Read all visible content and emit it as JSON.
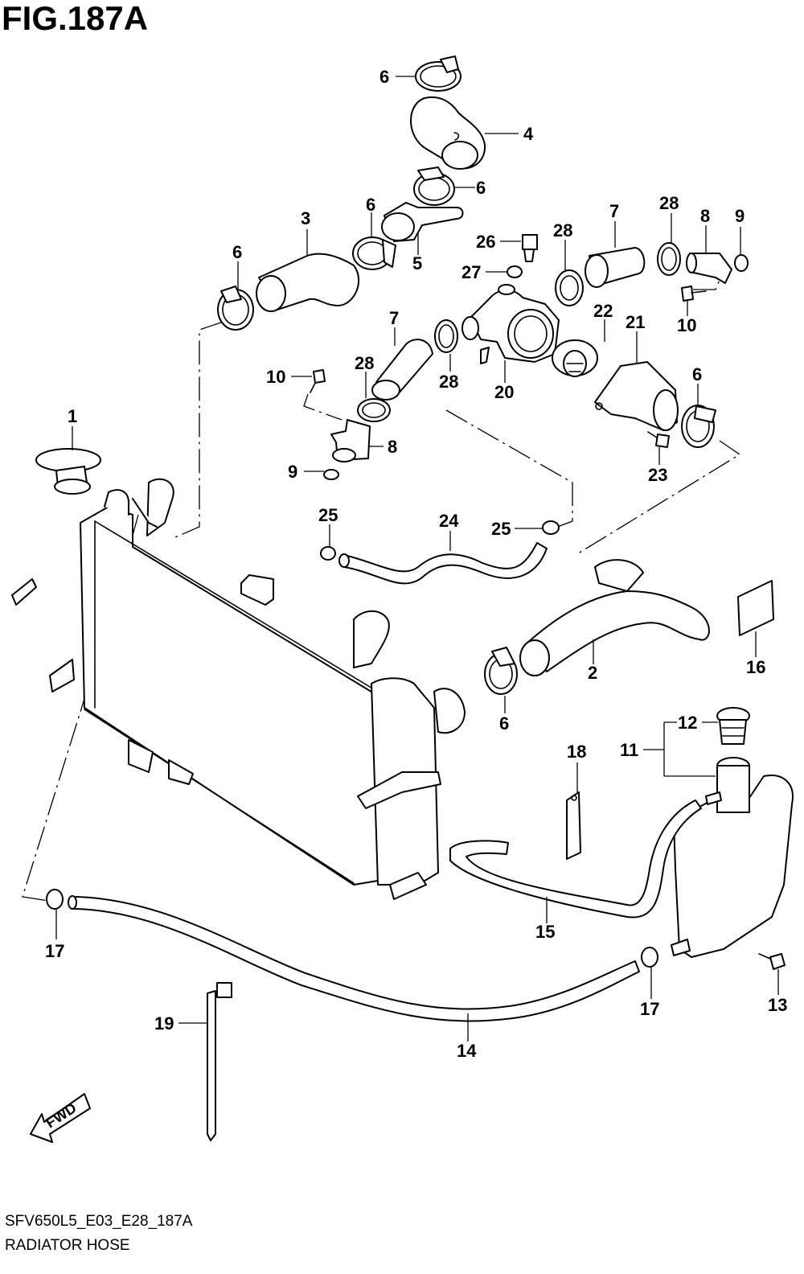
{
  "figure": {
    "title": "FIG.187A",
    "code": "SFV650L5_E03_E28_187A",
    "name": "RADIATOR HOSE"
  },
  "direction_marker": "FWD",
  "callouts": [
    {
      "id": "c6a",
      "label": "6"
    },
    {
      "id": "c4",
      "label": "4"
    },
    {
      "id": "c6b",
      "label": "6"
    },
    {
      "id": "c3",
      "label": "3"
    },
    {
      "id": "c6c",
      "label": "6"
    },
    {
      "id": "c5",
      "label": "5"
    },
    {
      "id": "c7a",
      "label": "7"
    },
    {
      "id": "c28a",
      "label": "28"
    },
    {
      "id": "c8a",
      "label": "8"
    },
    {
      "id": "c9a",
      "label": "9"
    },
    {
      "id": "c26",
      "label": "26"
    },
    {
      "id": "c28b",
      "label": "28"
    },
    {
      "id": "c6d",
      "label": "6"
    },
    {
      "id": "c27",
      "label": "27"
    },
    {
      "id": "c10a",
      "label": "10"
    },
    {
      "id": "c22",
      "label": "22"
    },
    {
      "id": "c7b",
      "label": "7"
    },
    {
      "id": "c21",
      "label": "21"
    },
    {
      "id": "c10b",
      "label": "10"
    },
    {
      "id": "c28c",
      "label": "28"
    },
    {
      "id": "c28d",
      "label": "28"
    },
    {
      "id": "c20",
      "label": "20"
    },
    {
      "id": "c6e",
      "label": "6"
    },
    {
      "id": "c1",
      "label": "1"
    },
    {
      "id": "c8b",
      "label": "8"
    },
    {
      "id": "c23",
      "label": "23"
    },
    {
      "id": "c9b",
      "label": "9"
    },
    {
      "id": "c25a",
      "label": "25"
    },
    {
      "id": "c24",
      "label": "24"
    },
    {
      "id": "c25b",
      "label": "25"
    },
    {
      "id": "c16",
      "label": "16"
    },
    {
      "id": "c2",
      "label": "2"
    },
    {
      "id": "c6f",
      "label": "6"
    },
    {
      "id": "c12",
      "label": "12"
    },
    {
      "id": "c18",
      "label": "18"
    },
    {
      "id": "c11",
      "label": "11"
    },
    {
      "id": "c15",
      "label": "15"
    },
    {
      "id": "c17a",
      "label": "17"
    },
    {
      "id": "c17b",
      "label": "17"
    },
    {
      "id": "c13",
      "label": "13"
    },
    {
      "id": "c19",
      "label": "19"
    },
    {
      "id": "c14",
      "label": "14"
    }
  ]
}
